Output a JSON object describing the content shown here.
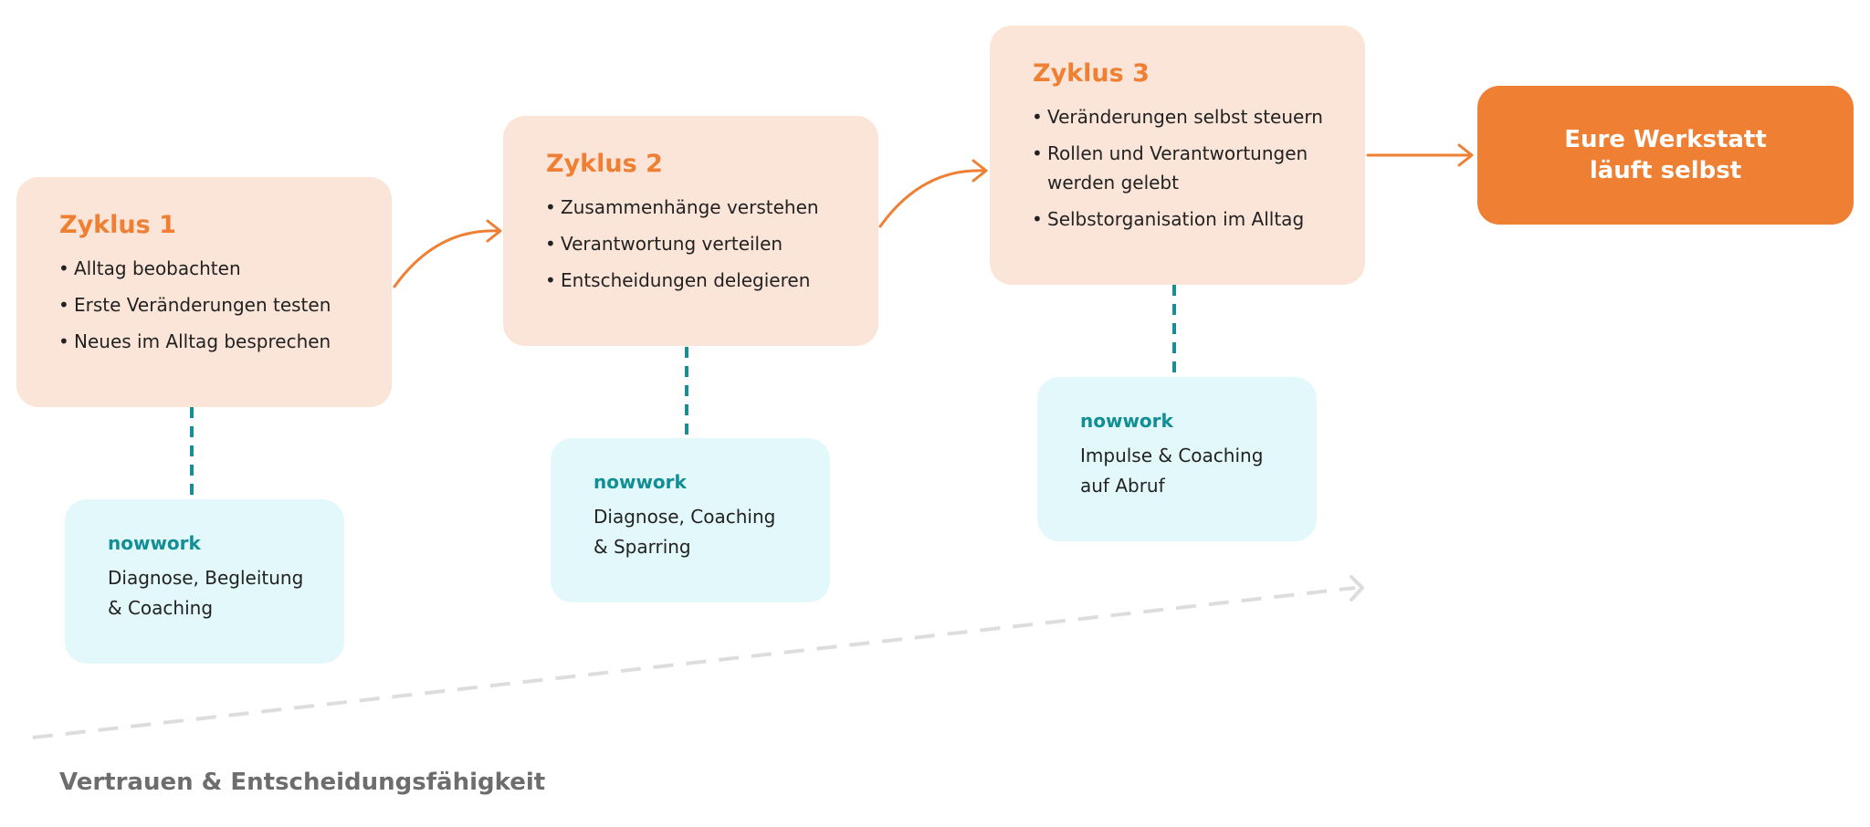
{
  "colors": {
    "accent": "#ee7f33",
    "cycle_bg": "#fbe5d8",
    "support_bg": "#e3f8fa",
    "support_brand": "#118f95",
    "connector_dash": "#1a8e96",
    "trend_arrow": "#dddddd",
    "label_gray": "#6d6d6d"
  },
  "cycles": [
    {
      "title": "Zyklus 1",
      "items": [
        "Alltag beobachten",
        "Erste Veränderungen testen",
        "Neues im Alltag besprechen"
      ]
    },
    {
      "title": "Zyklus 2",
      "items": [
        "Zusammenhänge verstehen",
        "Verantwortung verteilen",
        "Entscheidungen delegieren"
      ]
    },
    {
      "title": "Zyklus 3",
      "items": [
        "Veränderungen selbst steuern",
        "Rollen und Verantwortungen\nwerden gelebt",
        "Selbstorganisation im Alltag"
      ]
    }
  ],
  "support": [
    {
      "brand": "nowwork",
      "text": "Diagnose, Begleitung\n& Coaching"
    },
    {
      "brand": "nowwork",
      "text": "Diagnose, Coaching\n& Sparring"
    },
    {
      "brand": "nowwork",
      "text": "Impulse & Coaching\nauf Abruf"
    }
  ],
  "goal": {
    "text": "Eure Werkstatt\nläuft selbst"
  },
  "trend": {
    "label": "Vertrauen & Entscheidungsfähigkeit"
  }
}
